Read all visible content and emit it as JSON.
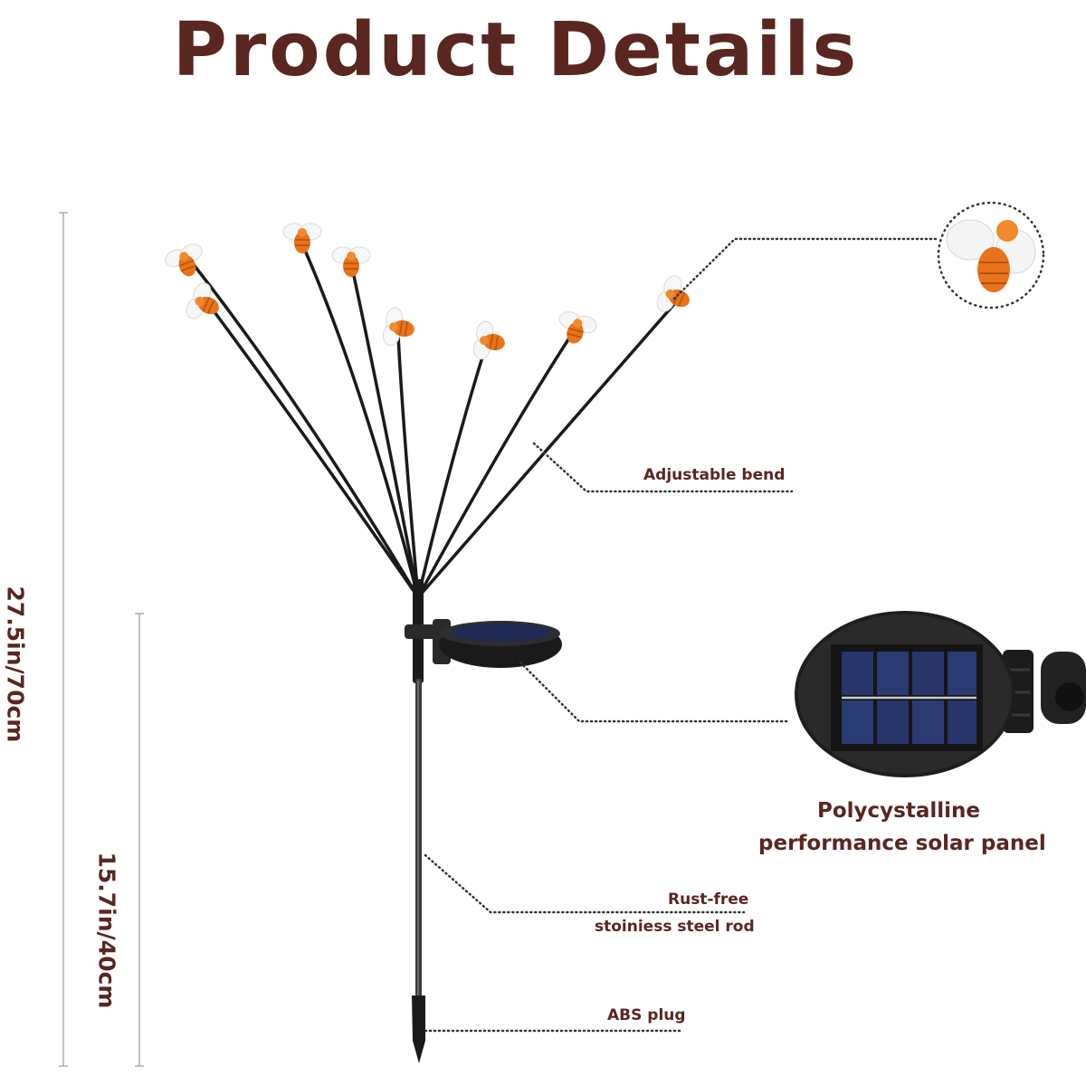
{
  "title": "Product Details",
  "dimensions": {
    "total_height": "27.5in/70cm",
    "stake_height": "15.7in/40cm"
  },
  "callouts": {
    "adjustable_bend": "Adjustable bend",
    "solar_panel_line1": "Polycystalline",
    "solar_panel_line2": "performance solar panel",
    "rod_line1": "Rust-free",
    "rod_line2": "stoiniess steel rod",
    "plug": "ABS plug"
  },
  "colors": {
    "text": "#5a2620",
    "bee_body": "#e8731a",
    "bee_wing": "#f4f4f4",
    "stem": "#1a1a1a",
    "panel_cell": "#1f2a55"
  },
  "icons": {
    "bee": "bee-icon",
    "solar_panel": "solar-panel-icon"
  }
}
